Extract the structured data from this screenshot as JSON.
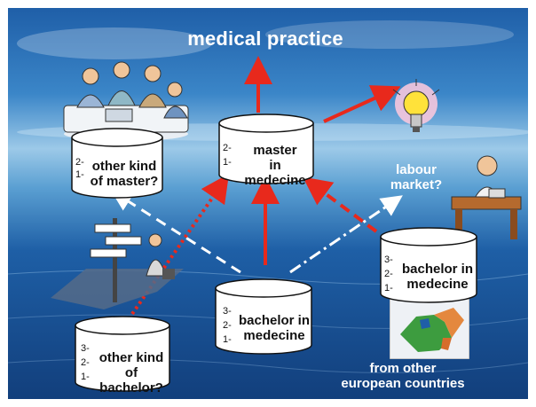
{
  "top_label": "medical practice",
  "nodes": {
    "master": {
      "levels": [
        "2-",
        "1-"
      ],
      "line1": "master",
      "line2": "in medecine"
    },
    "other_master": {
      "levels": [
        "2-",
        "1-"
      ],
      "line1": "other kind",
      "line2": "of master?"
    },
    "bachelor_center": {
      "levels": [
        "3-",
        "2-",
        "1-"
      ],
      "line1": "bachelor in",
      "line2": "medecine"
    },
    "bachelor_right": {
      "levels": [
        "3-",
        "2-",
        "1-"
      ],
      "line1": "bachelor in",
      "line2": "medecine"
    },
    "other_bachelor": {
      "levels": [
        "3-",
        "2-",
        "1-"
      ],
      "line1": "other kind",
      "line2": "of bachelor?"
    }
  },
  "labour": {
    "line1": "labour",
    "line2": "market?"
  },
  "countries": {
    "line1": "from other",
    "line2": "european countries"
  },
  "colors": {
    "arrow": "#e8291c",
    "dashed_white": "#ffffff",
    "ocean_dark": "#123f7c",
    "sky": "#9cc9e8"
  },
  "icons": [
    "business-meeting-illustration",
    "light-bulb-icon",
    "signpost-traveler-illustration",
    "office-worker-phone-illustration",
    "europe-map-image"
  ]
}
